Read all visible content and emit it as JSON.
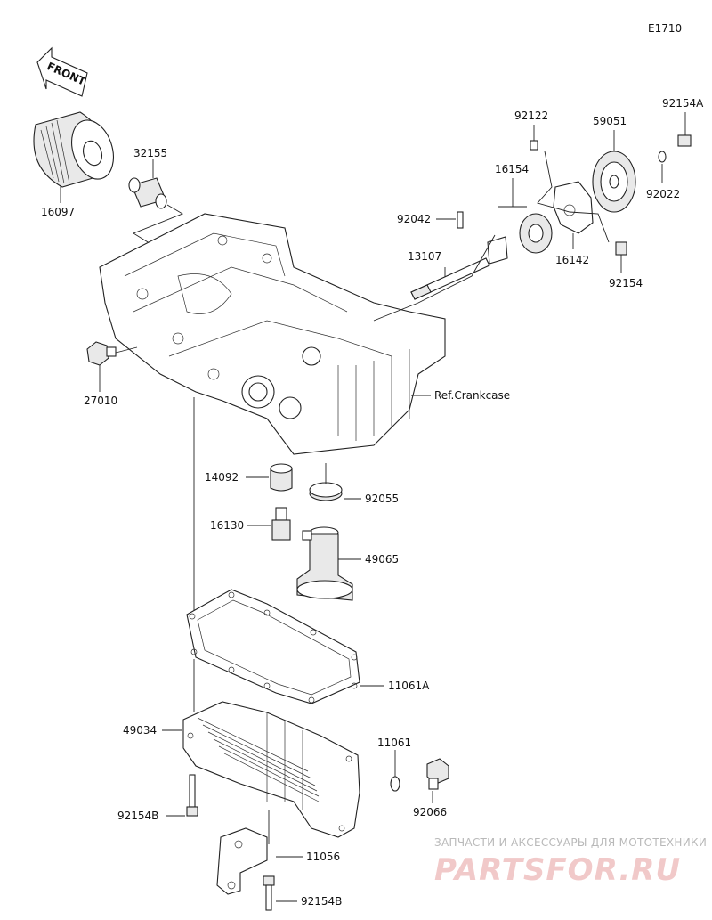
{
  "diagram_code": "E1710",
  "front_marker": "FRONT",
  "parts": {
    "p16097": "16097",
    "p32155": "32155",
    "p27010": "27010",
    "p92122": "92122",
    "p59051": "59051",
    "p92154A": "92154A",
    "p16154": "16154",
    "p92042": "92042",
    "p92022": "92022",
    "p13107": "13107",
    "p16142": "16142",
    "p92154": "92154",
    "ref_crankcase": "Ref.Crankcase",
    "p14092": "14092",
    "p92055": "92055",
    "p16130": "16130",
    "p49065": "49065",
    "p11061A": "11061A",
    "p49034": "49034",
    "p11061": "11061",
    "p92066": "92066",
    "p92154B_1": "92154B",
    "p11056": "11056",
    "p92154B_2": "92154B"
  },
  "watermark": {
    "line1": "ЗАПЧАСТИ И АКСЕССУАРЫ ДЛЯ МОТОТЕХНИКИ",
    "line2": "PARTSFOR.RU"
  }
}
